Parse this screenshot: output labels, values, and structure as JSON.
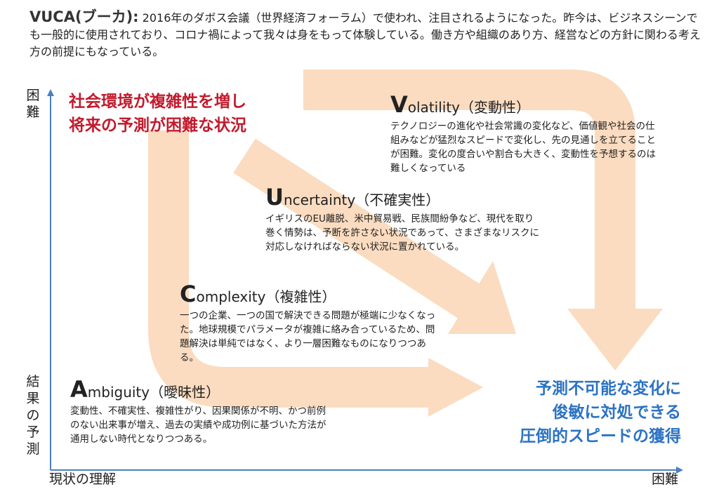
{
  "intro": {
    "heading": "VUCA(ブーカ):",
    "body": "2016年のダボス会議（世界経済フォーラム）で使われ、注目されるようになった。昨今は、ビジネスシーンでも一般的に使用されており、コロナ禍によって我々は身をもって体験している。働き方や組織のあり方、経営などの方針に関わる考え方の前提にもなっている。"
  },
  "axes": {
    "y_top": "困難",
    "y_bottom": "結果の予測",
    "x_left": "現状の理解",
    "x_right": "困難"
  },
  "problem": {
    "line1": "社会環境が複雑性を増し",
    "line2": "将来の予測が困難な状況"
  },
  "goal": {
    "line1": "予測不可能な変化に",
    "line2": "俊敏に対処できる",
    "line3": "圧倒的スピードの獲得"
  },
  "items": {
    "volatility": {
      "initial": "V",
      "rest": "olatility（変動性）",
      "desc": "テクノロジーの進化や社会常識の変化など、価値観や社会の仕組みなどが猛烈なスピードで変化し、先の見通しを立てることが困難。変化の度合いや割合も大きく、変動性を予想するのは難しくなっている"
    },
    "uncertainty": {
      "initial": "U",
      "rest": "ncertainty（不確実性）",
      "desc": "イギリスのEU離脱、米中貿易戦、民族間紛争など、現代を取り巻く情勢は、予断を許さない状況であって、さまざまなリスクに対応しなければならない状況に置かれている。"
    },
    "complexity": {
      "initial": "C",
      "rest": "omplexity（複雑性）",
      "desc": "一つの企業、一つの国で解決できる問題が極端に少なくなった。地球規模でパラメータが複雑に絡み合っているため、問題解決は単純ではなく、より一層困難なものになりつつある。"
    },
    "ambiguity": {
      "initial": "A",
      "rest": "mbiguity（曖昧性）",
      "desc": "変動性、不確実性、複雑性がり、因果関係が不明、かつ前例のない出来事が増え、過去の実績や成功例に基づいた方法が通用しない時代となりつつある。"
    }
  },
  "colors": {
    "arrow": "#fbdcc0",
    "axis": "#4a7fc1",
    "problem": "#c21a2c",
    "goal": "#2c73c3"
  }
}
